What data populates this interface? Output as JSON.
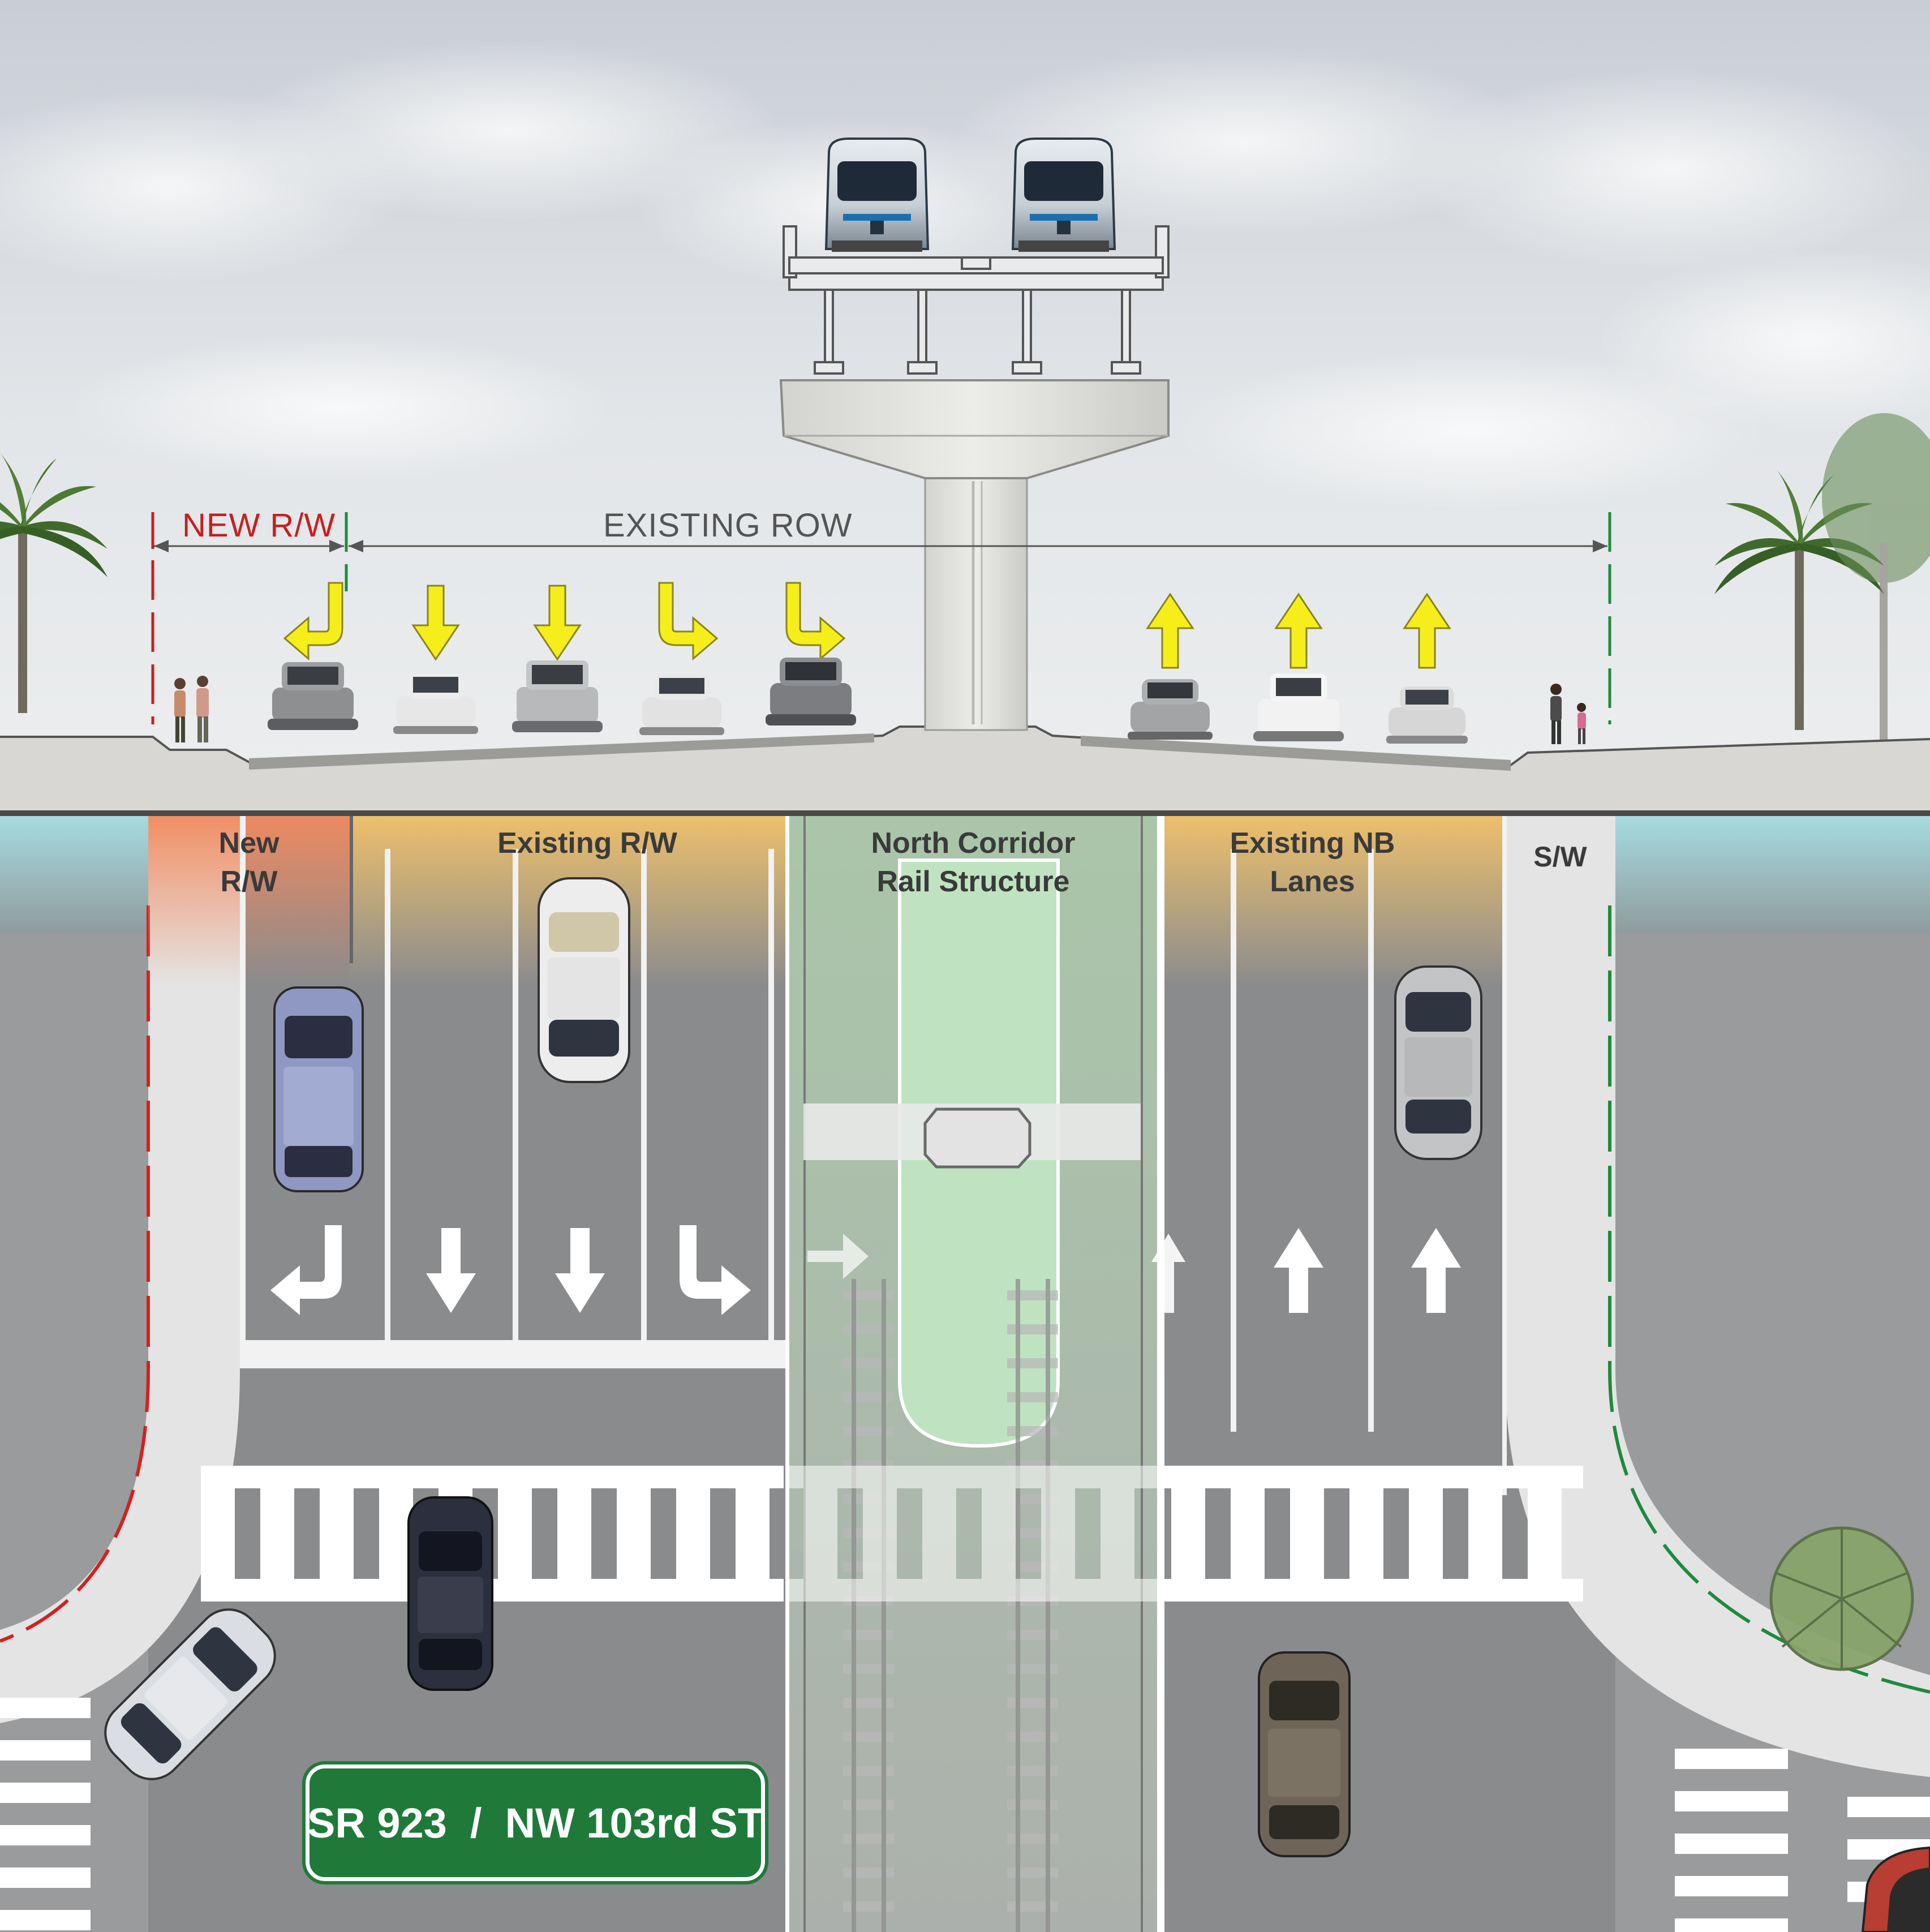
{
  "section_dimensions": {
    "new_rw_label": "NEW R/W",
    "existing_row_label": "EXISTING ROW",
    "new_rw_color": "#c81e1e",
    "existing_row_color": "#555555",
    "existing_row_line_color": "#1e8a3e"
  },
  "plan_zones": [
    {
      "id": "new-rw",
      "label": "New\nR/W",
      "color": "#f28a5e"
    },
    {
      "id": "existing-rw",
      "label": "Existing R/W",
      "color": "#f2c26a"
    },
    {
      "id": "rail-structure",
      "label": "North Corridor\nRail Structure",
      "color": "#a9d9a7"
    },
    {
      "id": "existing-nb-lanes",
      "label": "Existing NB\nLanes",
      "color": "#f2c26a"
    },
    {
      "id": "sidewalk",
      "label": "S/W",
      "color": "#ffffff"
    }
  ],
  "southbound_lane_arrows": [
    "left-turn-arrow-icon",
    "down-arrow-icon",
    "down-arrow-icon",
    "right-turn-arrow-icon",
    "right-turn-arrow-icon"
  ],
  "northbound_lane_arrows": [
    "up-arrow-icon",
    "up-arrow-icon",
    "up-arrow-icon"
  ],
  "street_sign": {
    "text": "SR 923  /  NW 103rd ST",
    "color": "#1f7a3a"
  },
  "colors": {
    "arrow_yellow": "#f5ee1a",
    "pavement": "#8a8b8d",
    "sky": "#e4e7ea",
    "median": "#bfe3c0"
  }
}
